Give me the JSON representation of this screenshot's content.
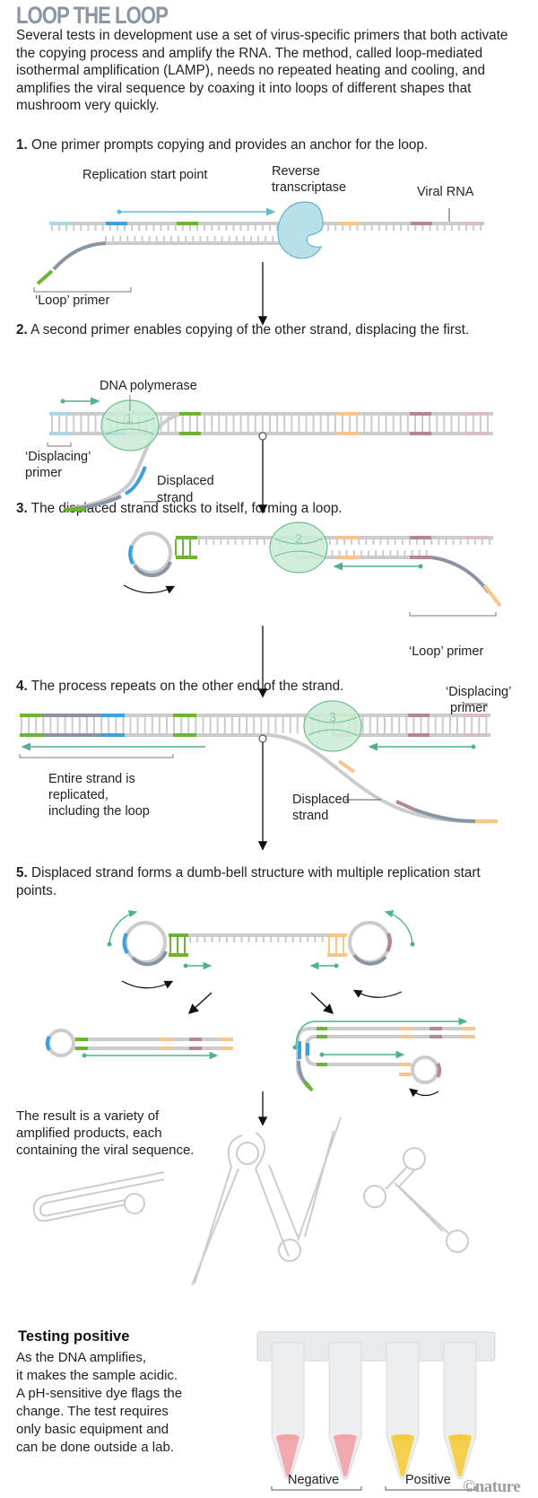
{
  "header": {
    "title": "LOOP THE LOOP",
    "intro": "Several tests in development use a set of virus-specific primers that both activate the copying process and amplify the RNA. The method, called loop-mediated isothermal amplification (LAMP), needs no repeated heating and cooling, and amplifies the viral sequence by coaxing it into loops of different shapes that mushroom very quickly."
  },
  "steps": [
    {
      "num": "1.",
      "text": " One primer prompts copying and provides an anchor for the loop."
    },
    {
      "num": "2.",
      "text": " A second primer enables copying of the other strand, displacing the first."
    },
    {
      "num": "3.",
      "text": " The displaced strand sticks to itself, forming a loop."
    },
    {
      "num": "4.",
      "text": " The process repeats on the other end of the strand."
    },
    {
      "num": "5.",
      "text": " Displaced strand forms a dumb-bell structure with multiple replication start points."
    }
  ],
  "labels": {
    "s1_replication": "Replication start point",
    "s1_rt_line1": "Reverse",
    "s1_rt_line2": "transcriptase",
    "s1_viral": "Viral RNA",
    "s1_loop_primer": "‘Loop’ primer",
    "s2_polymerase": "DNA polymerase",
    "s2_displacing_1": "‘Displacing’",
    "s2_displacing_2": "primer",
    "s2_displaced_1": "Displaced",
    "s2_displaced_2": "strand",
    "s2_enzyme_num": "1",
    "s3_loop_primer": "‘Loop’ primer",
    "s3_enzyme_num": "2",
    "s4_displacing_1": "‘Displacing’",
    "s4_displacing_2": "primer",
    "s4_entire_1": "Entire strand is",
    "s4_entire_2": "replicated,",
    "s4_entire_3": "including the loop",
    "s4_displaced_1": "Displaced",
    "s4_displaced_2": "strand",
    "s4_enzyme_num": "3"
  },
  "result": {
    "text_1": "The result is a variety of",
    "text_2": "amplified products, each",
    "text_3": "containing the viral sequence."
  },
  "testing": {
    "heading": "Testing positive",
    "lines": [
      "As the DNA amplifies,",
      "it makes the sample acidic.",
      "A pH-sensitive dye flags the",
      "change. The test requires",
      "only basic equipment and",
      "can be done outside a lab."
    ],
    "negative_label": "Negative",
    "positive_label": "Positive",
    "negative_color": "#f2a3a8",
    "positive_color": "#f5cc3c"
  },
  "credit": "©nature",
  "colors": {
    "strand": "#cccccc",
    "dark_strand": "#8a94a2",
    "blue": "#3ca0e0",
    "light_blue": "#a8d8e6",
    "green": "#6cb533",
    "orange": "#fbc58a",
    "mauve": "#b8849a",
    "light_mauve": "#dcbccb",
    "arrow_green": "#4db38a",
    "rt_fill": "#b9e0e8",
    "poly_fill": "#c8ebd5"
  }
}
